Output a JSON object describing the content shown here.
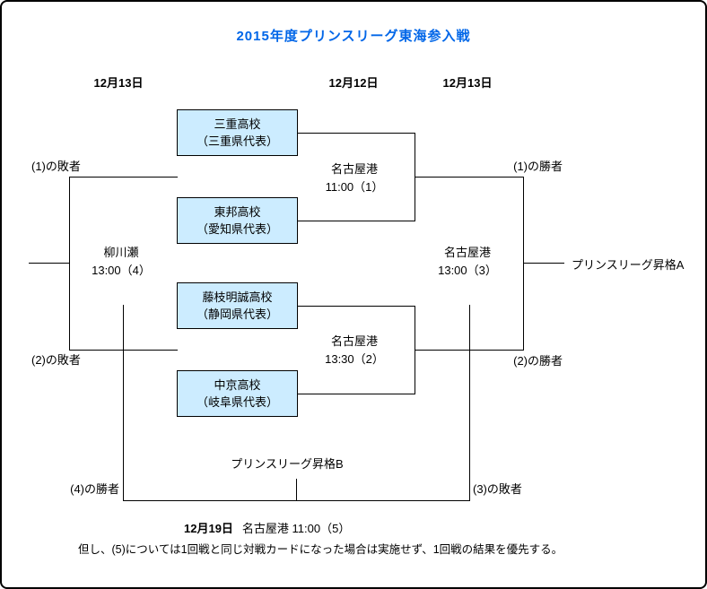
{
  "colors": {
    "title": "#0066e8",
    "box_fill": "#ccecff",
    "line": "#000000"
  },
  "title": "2015年度プリンスリーグ東海参入戦",
  "date_headers": {
    "left": "12月13日",
    "middle": "12月12日",
    "right": "12月13日"
  },
  "teams": [
    {
      "name": "三重高校",
      "rep": "（三重県代表）"
    },
    {
      "name": "東邦高校",
      "rep": "（愛知県代表）"
    },
    {
      "name": "藤枝明誠高校",
      "rep": "（静岡県代表）"
    },
    {
      "name": "中京高校",
      "rep": "（岐阜県代表）"
    }
  ],
  "matches": {
    "m1": {
      "venue": "名古屋港",
      "time": "11:00（1）"
    },
    "m2": {
      "venue": "名古屋港",
      "time": "13:30（2）"
    },
    "m3": {
      "venue": "名古屋港",
      "time": "13:00（3）"
    },
    "m4": {
      "venue": "柳川瀬",
      "time": "13:00（4）"
    }
  },
  "labels": {
    "loser1": "(1)の敗者",
    "loser2": "(2)の敗者",
    "winner1": "(1)の勝者",
    "winner2": "(2)の勝者",
    "winner4": "(4)の勝者",
    "loser3": "(3)の敗者",
    "promotion_a": "プリンスリーグ昇格A",
    "promotion_b": "プリンスリーグ昇格B"
  },
  "match5": {
    "date": "12月19日",
    "info": "名古屋港 11:00（5）"
  },
  "note": "但し、(5)については1回戦と同じ対戦カードになった場合は実施せず、1回戦の結果を優先する。"
}
